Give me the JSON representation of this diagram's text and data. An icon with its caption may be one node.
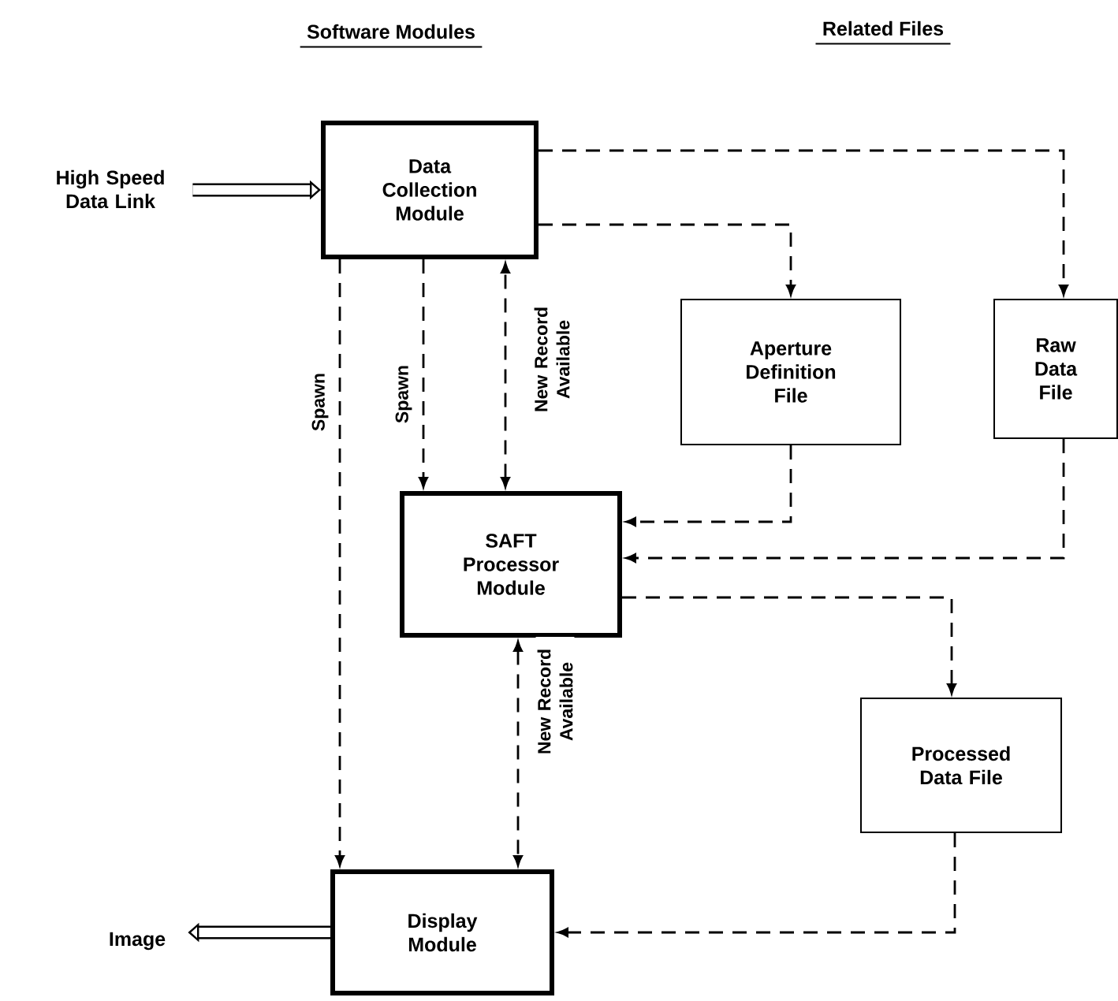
{
  "diagram": {
    "nodes": [
      {
        "text": [
          "Data Collection Module"
        ]
      },
      {
        "text": [
          "Aperture Definition File"
        ]
      },
      {
        "text": [
          "Raw Data File"
        ]
      },
      {
        "text": [
          "SAFT Processor Module"
        ]
      },
      {
        "text": [
          "Processed Data File"
        ]
      },
      {
        "text": [
          "Display Module"
        ]
      },
      {
        "text": [
          "High Speed Data Link"
        ]
      },
      {
        "text": [
          "Image"
        ]
      }
    ],
    "edges": [
      {
        "from": 6,
        "to": 0,
        "arrow": "to",
        "style": "thick"
      },
      {
        "from": 0,
        "to": 5,
        "arrow": "to",
        "style": "dashed",
        "label": "Spawn"
      },
      {
        "from": 0,
        "to": 3,
        "arrow": "to",
        "style": "dashed",
        "label": "Spawn"
      },
      {
        "from": 3,
        "to": 0,
        "arrow": "both",
        "style": "dashed",
        "label": "New Record Available"
      },
      {
        "from": 0,
        "to": 1,
        "arrow": "to",
        "style": "dashed"
      },
      {
        "from": 0,
        "to": 2,
        "arrow": "to",
        "style": "dashed"
      },
      {
        "from": 1,
        "to": 3,
        "arrow": "to",
        "style": "dashed"
      },
      {
        "from": 2,
        "to": 3,
        "arrow": "to",
        "style": "dashed"
      },
      {
        "from": 3,
        "to": 4,
        "arrow": "to",
        "style": "dashed"
      },
      {
        "from": 3,
        "to": 5,
        "arrow": "both",
        "style": "dashed",
        "label": "New Record Available"
      },
      {
        "from": 4,
        "to": 5,
        "arrow": "to",
        "style": "dashed"
      },
      {
        "from": 5,
        "to": 7,
        "arrow": "to",
        "style": "thick"
      }
    ],
    "labels": [
      "Software Modules",
      "Related Files"
    ]
  }
}
